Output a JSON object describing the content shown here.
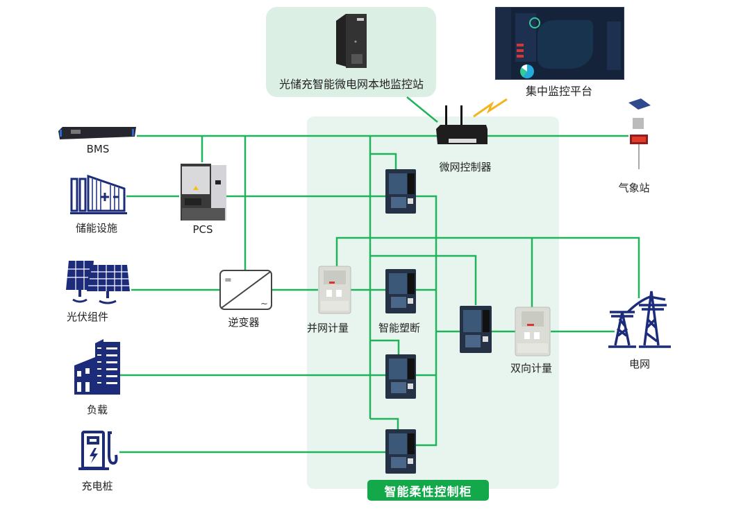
{
  "diagram": {
    "title": "光储充智能微电网系统架构",
    "colors": {
      "wire": "#1fb35a",
      "panel_bg": "#e8f5ee",
      "top_panel_bg": "#dcefe4",
      "badge_bg": "#13a94b",
      "icon_navy": "#1c2c7a",
      "wireless": "#f2b51c"
    },
    "nodes": {
      "local_station": {
        "label": "光储充智能微电网本地监控站",
        "icon": "server-tower-icon"
      },
      "central_platform": {
        "label": "集中监控平台",
        "icon": "dashboard-screen-icon"
      },
      "microgrid_controller": {
        "label": "微网控制器",
        "icon": "router-antenna-icon"
      },
      "weather_station": {
        "label": "气象站",
        "icon": "weather-station-icon"
      },
      "bms": {
        "label": "BMS",
        "icon": "rack-unit-icon"
      },
      "storage": {
        "label": "储能设施",
        "icon": "battery-container-icon"
      },
      "pcs": {
        "label": "PCS",
        "icon": "pcs-cabinet-icon"
      },
      "pv": {
        "label": "光伏组件",
        "icon": "solar-panel-icon"
      },
      "inverter": {
        "label": "逆变器",
        "icon": "inverter-icon",
        "dc_symbol": "=",
        "ac_symbol": "~"
      },
      "grid_meter": {
        "label": "并网计量",
        "icon": "energy-meter-icon"
      },
      "smart_breaker": {
        "label": "智能塑断",
        "icon": "circuit-breaker-icon"
      },
      "load": {
        "label": "负载",
        "icon": "building-icon"
      },
      "charger": {
        "label": "充电桩",
        "icon": "ev-charger-icon"
      },
      "bidirectional_meter": {
        "label": "双向计量",
        "icon": "energy-meter-icon"
      },
      "grid": {
        "label": "电网",
        "icon": "transmission-tower-icon"
      }
    },
    "cabinet_label": "智能柔性控制柜"
  }
}
